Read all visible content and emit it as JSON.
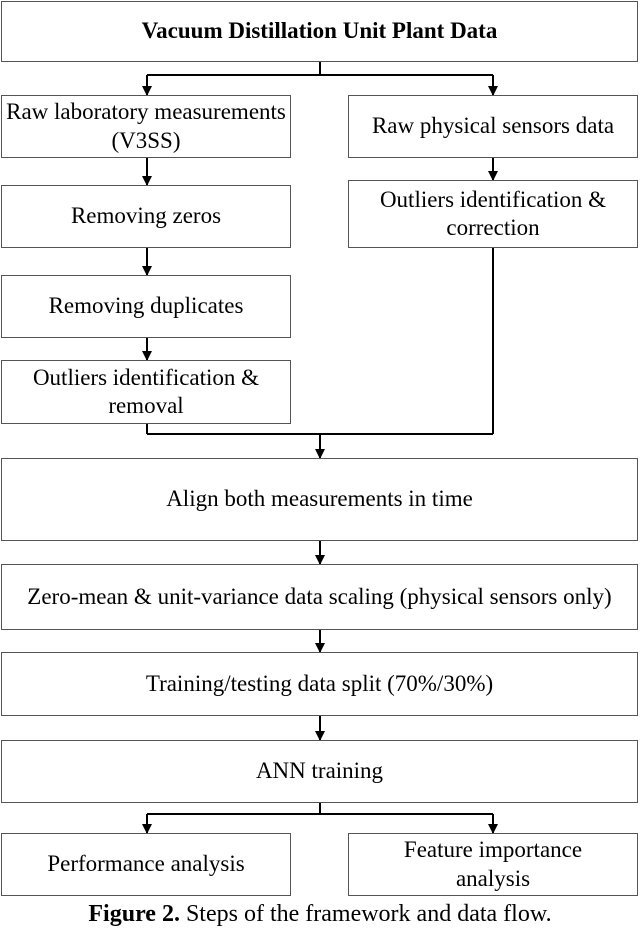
{
  "title": "Vacuum Distillation Unit Plant Data",
  "left_branch": {
    "raw_lab": "Raw laboratory measurements (V3SS)",
    "removing_zeros": "Removing zeros",
    "removing_duplicates": "Removing duplicates",
    "outliers_removal": "Outliers identification & removal"
  },
  "right_branch": {
    "raw_sensors": "Raw physical sensors data",
    "outliers_correction": "Outliers identification & correction"
  },
  "align": "Align both measurements in time",
  "scaling": "Zero-mean & unit-variance data scaling (physical sensors only)",
  "split": "Training/testing data split (70%/30%)",
  "ann": "ANN training",
  "performance": "Performance analysis",
  "feature_importance": "Feature importance analysis",
  "caption": {
    "label": "Figure 2.",
    "text": " Steps of the framework and data flow."
  }
}
